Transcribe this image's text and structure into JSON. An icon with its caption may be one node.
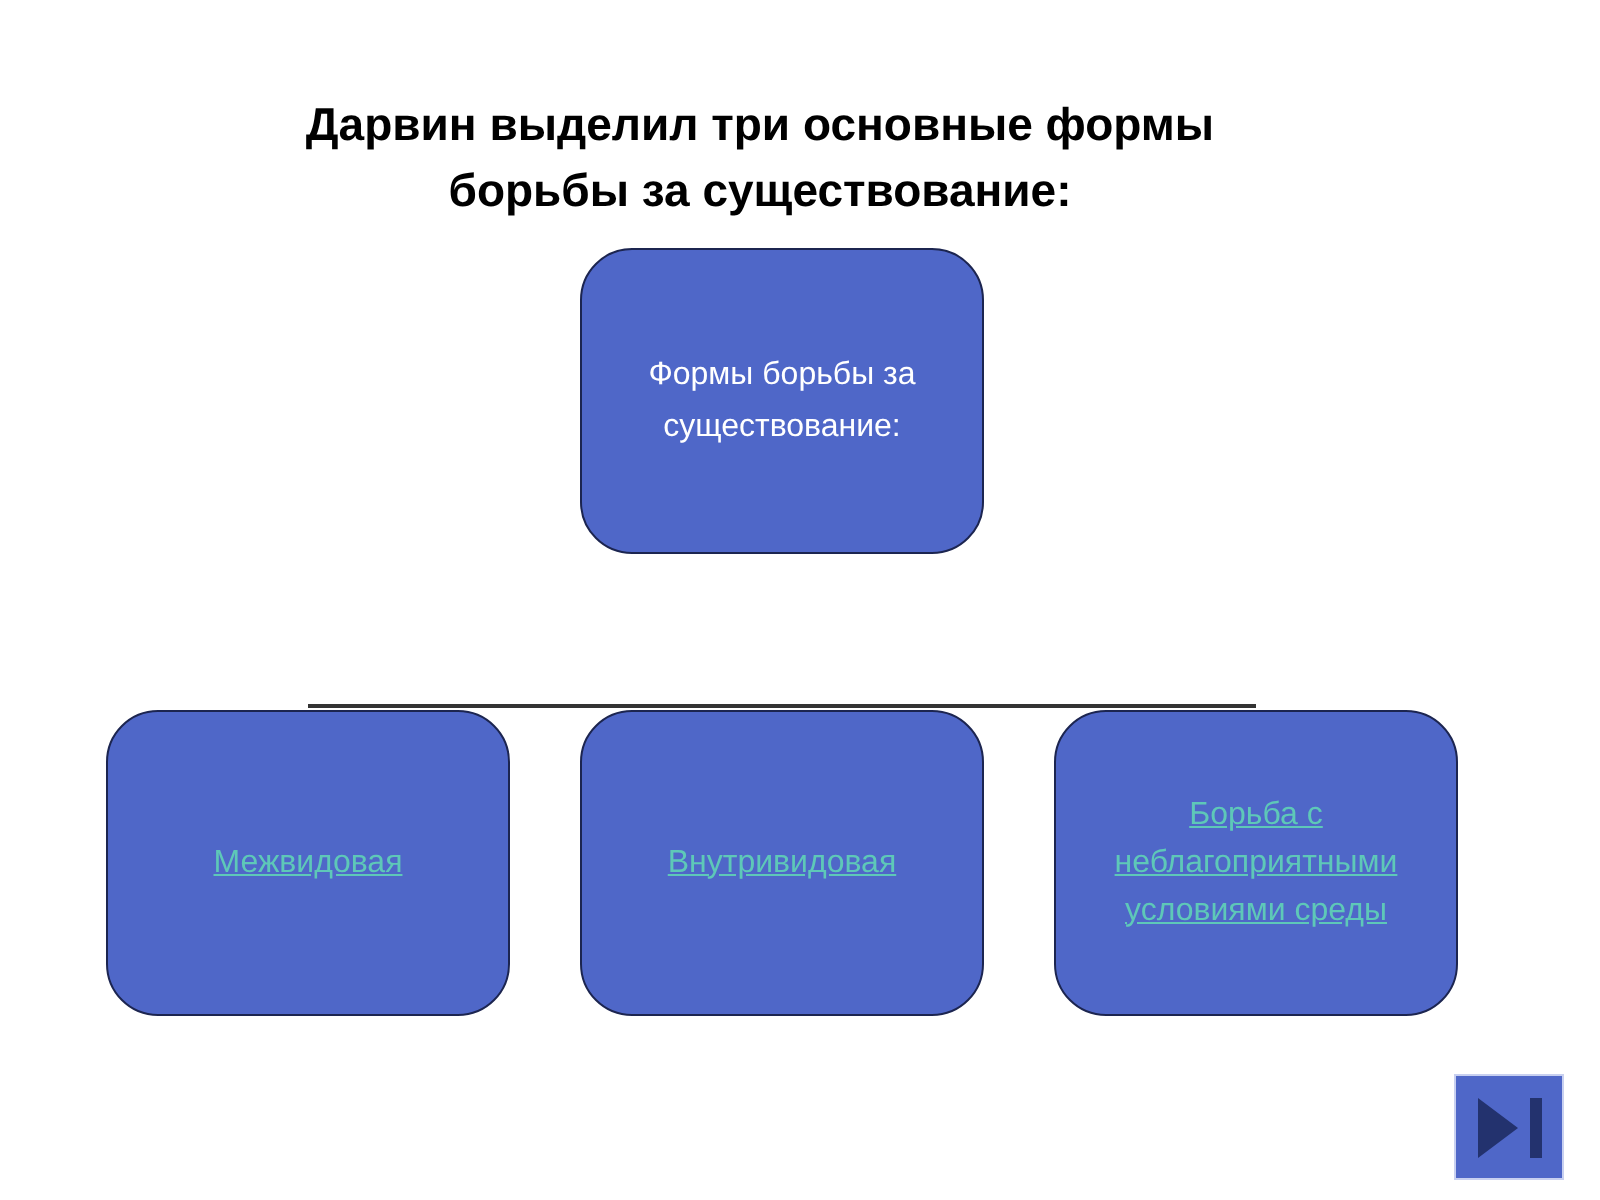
{
  "diagram": {
    "title": "Дарвин выделил три основные формы борьбы за существование:",
    "nodes": [
      {
        "text": [
          "Формы борьбы за существование:"
        ]
      },
      {
        "text": [
          "Межвидовая"
        ]
      },
      {
        "text": [
          "Внутривидовая"
        ]
      },
      {
        "text": [
          "Борьба с неблагоприятными условиями среды"
        ]
      }
    ],
    "edges": [
      {
        "from": 1,
        "to": 3,
        "arrow": "none"
      }
    ]
  }
}
